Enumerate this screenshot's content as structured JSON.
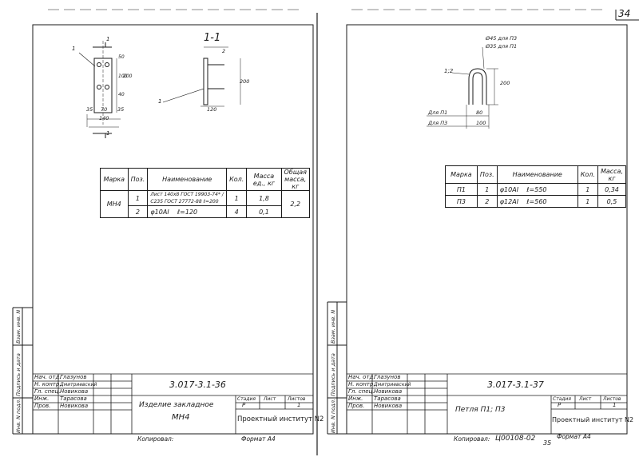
{
  "page_number": "34",
  "left_sheet": {
    "section_title": "1-1",
    "dims_front": {
      "top": "1",
      "left": "1",
      "d35": "35",
      "d70": "70",
      "d35b": "35",
      "d140": "140",
      "d50": "50",
      "d100": "100",
      "d40": "40",
      "d200": "200",
      "bottom": "1"
    },
    "dims_section": {
      "d2": "2",
      "d200": "200",
      "d120": "120",
      "d1": "1"
    },
    "spec_headers": {
      "mark": "Марка",
      "pos": "Поз.",
      "name": "Наименование",
      "qty": "Кол.",
      "mass_unit": "Масса ед., кг",
      "mass_total": "Общая масса, кг"
    },
    "spec_mark": "МН4",
    "spec_total": "2,2",
    "spec_rows": [
      {
        "pos": "1",
        "name": "Лист 140x8 ГОСТ 19903-74* / С235 ГОСТ 27772-88",
        "len": "ℓ=200",
        "qty": "1",
        "mass": "1,8"
      },
      {
        "pos": "2",
        "name": "φ10AI",
        "len": "ℓ=120",
        "qty": "4",
        "mass": "0,1"
      }
    ],
    "title_block": {
      "roles": [
        "Нач. отд.",
        "Н. контр.",
        "Гл. спец.",
        "Инж.",
        "Пров."
      ],
      "names": [
        "Глазунов",
        "Дмитриевский",
        "Новикова",
        "Тарасова",
        "Новикова"
      ],
      "doc_code": "3.017-3.1-36",
      "item_title": "Изделие закладное",
      "item_mark": "МН4",
      "stage_h": "Стадия",
      "sheet_h": "Лист",
      "sheets_h": "Листов",
      "stage": "Р",
      "sheets": "1",
      "org": "Проектный институт N2"
    },
    "footer_copied": "Копировал:",
    "footer_format": "Формат А4"
  },
  "right_sheet": {
    "labels": {
      "d45": "Ø45 для П3",
      "d35": "Ø35 для П1",
      "r12": "1;2",
      "d200": "200"
    },
    "dim_rows": [
      {
        "label": "Для П1",
        "value": "80"
      },
      {
        "label": "Для П3",
        "value": "100"
      }
    ],
    "spec_headers": {
      "mark": "Марка",
      "pos": "Поз.",
      "name": "Наименование",
      "qty": "Кол.",
      "mass": "Масса, кг"
    },
    "spec_rows": [
      {
        "mark": "П1",
        "pos": "1",
        "name": "φ10AI",
        "len": "ℓ=550",
        "qty": "1",
        "mass": "0,34"
      },
      {
        "mark": "П3",
        "pos": "2",
        "name": "φ12AI",
        "len": "ℓ=560",
        "qty": "1",
        "mass": "0,5"
      }
    ],
    "title_block": {
      "roles": [
        "Нач. отд.",
        "Н. контр.",
        "Гл. спец.",
        "Инж.",
        "Пров."
      ],
      "names": [
        "Глазунов",
        "Дмитриевский",
        "Новикова",
        "Тарасова",
        "Новикова"
      ],
      "doc_code": "3.017-3.1-37",
      "item_title": "Петля П1; П3",
      "stage_h": "Стадия",
      "sheet_h": "Лист",
      "sheets_h": "Листов",
      "stage": "Р",
      "sheets": "1",
      "org": "Проектный институт N2"
    },
    "footer_copied": "Копировал:",
    "footer_number": "Ц00108-02",
    "footer_number2": "35",
    "footer_format": "Формат А4"
  },
  "margin_labels": {
    "sub": "Взам. инв. N",
    "sign": "Подпись и дата",
    "inv": "Инв. N подл."
  }
}
